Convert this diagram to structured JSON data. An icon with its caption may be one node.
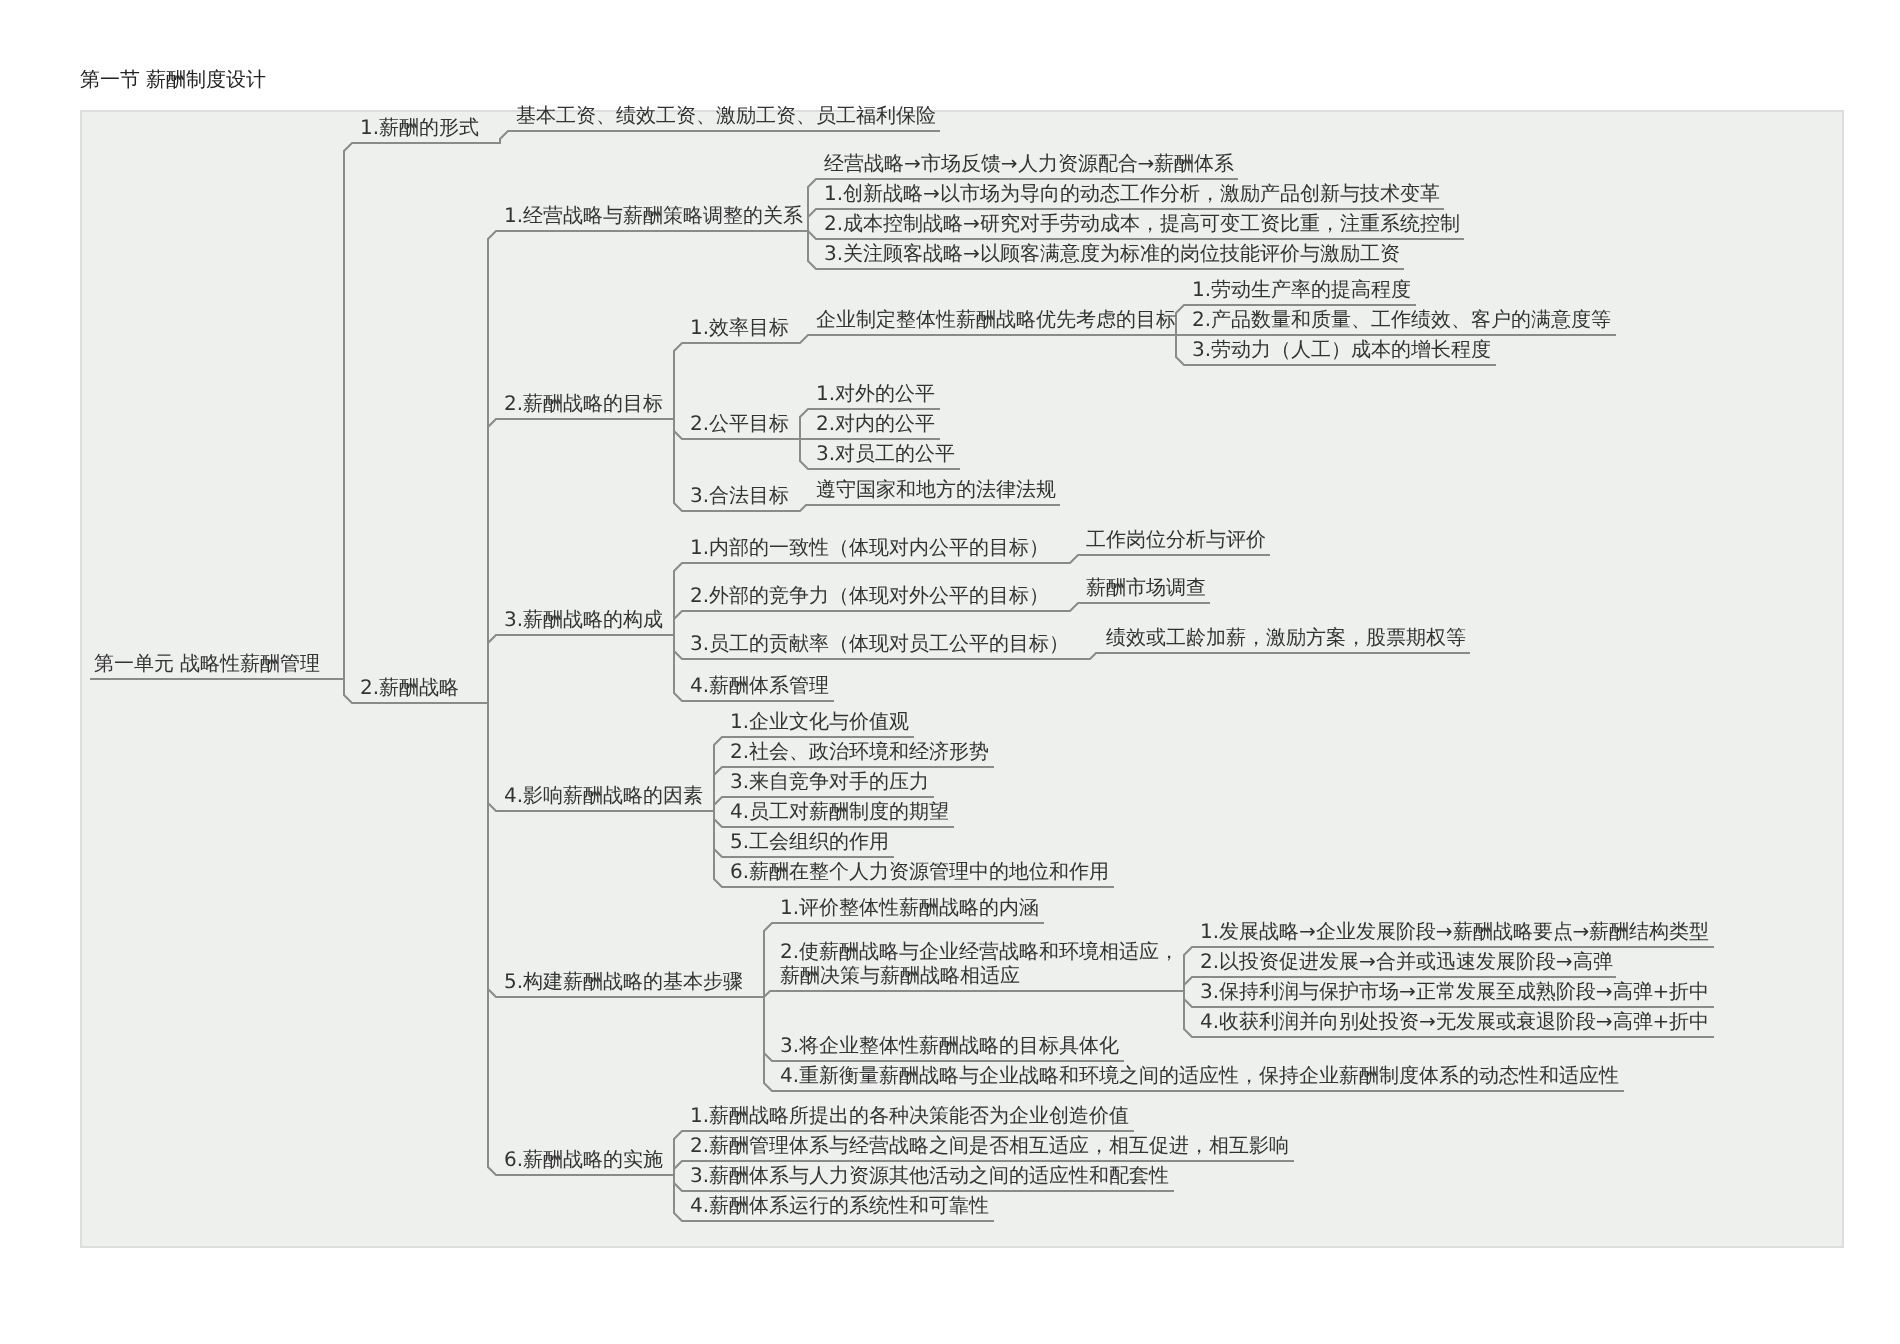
{
  "diagram": {
    "title": "第一节 薪酬制度设计",
    "nodes": [
      {
        "text": [
          "第一单元 战略性薪酬管理"
        ]
      },
      {
        "text": [
          "1.薪酬的形式"
        ]
      },
      {
        "text": [
          "基本工资、绩效工资、激励工资、员工福利保险"
        ]
      },
      {
        "text": [
          "2.薪酬战略"
        ]
      },
      {
        "text": [
          "1.经营战略与薪酬策略调整的关系"
        ]
      },
      {
        "text": [
          "经营战略→市场反馈→人力资源配合→薪酬体系"
        ]
      },
      {
        "text": [
          "1.创新战略→以市场为导向的动态工作分析，激励产品创新与技术变革"
        ]
      },
      {
        "text": [
          "2.成本控制战略→研究对手劳动成本，提高可变工资比重，注重系统控制"
        ]
      },
      {
        "text": [
          "3.关注顾客战略→以顾客满意度为标准的岗位技能评价与激励工资"
        ]
      },
      {
        "text": [
          "2.薪酬战略的目标"
        ]
      },
      {
        "text": [
          "1.效率目标"
        ]
      },
      {
        "text": [
          "企业制定整体性薪酬战略优先考虑的目标"
        ]
      },
      {
        "text": [
          "1.劳动生产率的提高程度"
        ]
      },
      {
        "text": [
          "2.产品数量和质量、工作绩效、客户的满意度等"
        ]
      },
      {
        "text": [
          "3.劳动力（人工）成本的增长程度"
        ]
      },
      {
        "text": [
          "2.公平目标"
        ]
      },
      {
        "text": [
          "1.对外的公平"
        ]
      },
      {
        "text": [
          "2.对内的公平"
        ]
      },
      {
        "text": [
          "3.对员工的公平"
        ]
      },
      {
        "text": [
          "3.合法目标"
        ]
      },
      {
        "text": [
          "遵守国家和地方的法律法规"
        ]
      },
      {
        "text": [
          "3.薪酬战略的构成"
        ]
      },
      {
        "text": [
          "1.内部的一致性（体现对内公平的目标）"
        ]
      },
      {
        "text": [
          "工作岗位分析与评价"
        ]
      },
      {
        "text": [
          "2.外部的竞争力（体现对外公平的目标）"
        ]
      },
      {
        "text": [
          "薪酬市场调查"
        ]
      },
      {
        "text": [
          "3.员工的贡献率（体现对员工公平的目标）"
        ]
      },
      {
        "text": [
          "绩效或工龄加薪，激励方案，股票期权等"
        ]
      },
      {
        "text": [
          "4.薪酬体系管理"
        ]
      },
      {
        "text": [
          "4.影响薪酬战略的因素"
        ]
      },
      {
        "text": [
          "1.企业文化与价值观"
        ]
      },
      {
        "text": [
          "2.社会、政治环境和经济形势"
        ]
      },
      {
        "text": [
          "3.来自竞争对手的压力"
        ]
      },
      {
        "text": [
          "4.员工对薪酬制度的期望"
        ]
      },
      {
        "text": [
          "5.工会组织的作用"
        ]
      },
      {
        "text": [
          "6.薪酬在整个人力资源管理中的地位和作用"
        ]
      },
      {
        "text": [
          "5.构建薪酬战略的基本步骤"
        ]
      },
      {
        "text": [
          "1.评价整体性薪酬战略的内涵"
        ]
      },
      {
        "text": [
          "2.使薪酬战略与企业经营战略和环境相适应，薪酬决策与薪酬战略相适应"
        ]
      },
      {
        "text": [
          "1.发展战略→企业发展阶段→薪酬战略要点→薪酬结构类型"
        ]
      },
      {
        "text": [
          "2.以投资促进发展→合并或迅速发展阶段→高弹"
        ]
      },
      {
        "text": [
          "3.保持利润与保护市场→正常发展至成熟阶段→高弹+折中"
        ]
      },
      {
        "text": [
          "4.收获利润并向别处投资→无发展或衰退阶段→高弹+折中"
        ]
      },
      {
        "text": [
          "3.将企业整体性薪酬战略的目标具体化"
        ]
      },
      {
        "text": [
          "4.重新衡量薪酬战略与企业战略和环境之间的适应性，保持企业薪酬制度体系的动态性和适应性"
        ]
      },
      {
        "text": [
          "6.薪酬战略的实施"
        ]
      },
      {
        "text": [
          "1.薪酬战略所提出的各种决策能否为企业创造价值"
        ]
      },
      {
        "text": [
          "2.薪酬管理体系与经营战略之间是否相互适应，相互促进，相互影响"
        ]
      },
      {
        "text": [
          "3.薪酬体系与人力资源其他活动之间的适应性和配套性"
        ]
      },
      {
        "text": [
          "4.薪酬体系运行的系统性和可靠性"
        ]
      }
    ],
    "edges": [
      {
        "from": 0,
        "to": 1,
        "arrow": "none"
      },
      {
        "from": 1,
        "to": 2,
        "arrow": "none"
      },
      {
        "from": 0,
        "to": 3,
        "arrow": "none"
      },
      {
        "from": 3,
        "to": 4,
        "arrow": "none"
      },
      {
        "from": 4,
        "to": 5,
        "arrow": "none"
      },
      {
        "from": 4,
        "to": 6,
        "arrow": "none"
      },
      {
        "from": 4,
        "to": 7,
        "arrow": "none"
      },
      {
        "from": 4,
        "to": 8,
        "arrow": "none"
      },
      {
        "from": 3,
        "to": 9,
        "arrow": "none"
      },
      {
        "from": 9,
        "to": 10,
        "arrow": "none"
      },
      {
        "from": 10,
        "to": 11,
        "arrow": "none"
      },
      {
        "from": 11,
        "to": 12,
        "arrow": "none"
      },
      {
        "from": 11,
        "to": 13,
        "arrow": "none"
      },
      {
        "from": 11,
        "to": 14,
        "arrow": "none"
      },
      {
        "from": 9,
        "to": 15,
        "arrow": "none"
      },
      {
        "from": 15,
        "to": 16,
        "arrow": "none"
      },
      {
        "from": 15,
        "to": 17,
        "arrow": "none"
      },
      {
        "from": 15,
        "to": 18,
        "arrow": "none"
      },
      {
        "from": 9,
        "to": 19,
        "arrow": "none"
      },
      {
        "from": 19,
        "to": 20,
        "arrow": "none"
      },
      {
        "from": 3,
        "to": 21,
        "arrow": "none"
      },
      {
        "from": 21,
        "to": 22,
        "arrow": "none"
      },
      {
        "from": 22,
        "to": 23,
        "arrow": "none"
      },
      {
        "from": 21,
        "to": 24,
        "arrow": "none"
      },
      {
        "from": 24,
        "to": 25,
        "arrow": "none"
      },
      {
        "from": 21,
        "to": 26,
        "arrow": "none"
      },
      {
        "from": 26,
        "to": 27,
        "arrow": "none"
      },
      {
        "from": 21,
        "to": 28,
        "arrow": "none"
      },
      {
        "from": 3,
        "to": 29,
        "arrow": "none"
      },
      {
        "from": 29,
        "to": 30,
        "arrow": "none"
      },
      {
        "from": 29,
        "to": 31,
        "arrow": "none"
      },
      {
        "from": 29,
        "to": 32,
        "arrow": "none"
      },
      {
        "from": 29,
        "to": 33,
        "arrow": "none"
      },
      {
        "from": 29,
        "to": 34,
        "arrow": "none"
      },
      {
        "from": 29,
        "to": 35,
        "arrow": "none"
      },
      {
        "from": 3,
        "to": 36,
        "arrow": "none"
      },
      {
        "from": 36,
        "to": 37,
        "arrow": "none"
      },
      {
        "from": 36,
        "to": 38,
        "arrow": "none"
      },
      {
        "from": 38,
        "to": 39,
        "arrow": "none"
      },
      {
        "from": 38,
        "to": 40,
        "arrow": "none"
      },
      {
        "from": 38,
        "to": 41,
        "arrow": "none"
      },
      {
        "from": 38,
        "to": 42,
        "arrow": "none"
      },
      {
        "from": 36,
        "to": 43,
        "arrow": "none"
      },
      {
        "from": 36,
        "to": 44,
        "arrow": "none"
      },
      {
        "from": 3,
        "to": 45,
        "arrow": "none"
      },
      {
        "from": 45,
        "to": 46,
        "arrow": "none"
      },
      {
        "from": 45,
        "to": 47,
        "arrow": "none"
      },
      {
        "from": 45,
        "to": 48,
        "arrow": "none"
      },
      {
        "from": 45,
        "to": 49,
        "arrow": "none"
      }
    ]
  }
}
